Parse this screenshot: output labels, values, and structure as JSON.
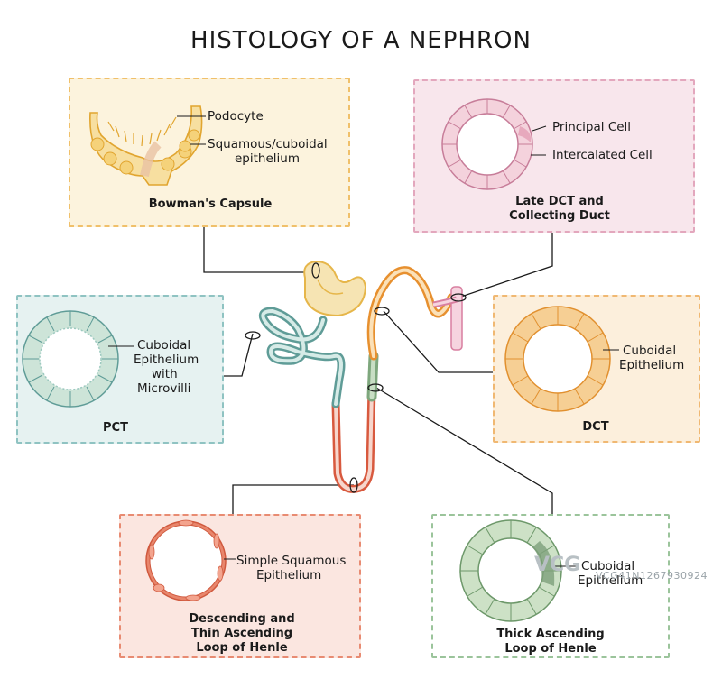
{
  "title": "HISTOLOGY OF A NEPHRON",
  "panels": {
    "bowman": {
      "caption": "Bowman's Capsule",
      "labels": [
        "Podocyte",
        "Squamous/cuboidal",
        "epithelium"
      ],
      "border": "#f0c06a",
      "fill": "#fcf3dd"
    },
    "late_dct": {
      "caption_line1": "Late DCT and",
      "caption_line2": "Collecting Duct",
      "labels": [
        "Principal Cell",
        "Intercalated Cell"
      ],
      "border": "#e3a7bd",
      "fill": "#f8e6ec"
    },
    "pct": {
      "caption": "PCT",
      "labels": [
        "Cuboidal",
        "Epithelium",
        "with",
        "Microvilli"
      ],
      "border": "#8fc3c2",
      "fill": "#e6f2f1"
    },
    "dct": {
      "caption": "DCT",
      "labels": [
        "Cuboidal",
        "Epithelium"
      ],
      "border": "#f0b872",
      "fill": "#fcefdc"
    },
    "descending": {
      "caption_line1": "Descending and",
      "caption_line2": "Thin Ascending",
      "caption_line3": "Loop of Henle",
      "labels": [
        "Simple Squamous",
        "Epithelium"
      ],
      "border": "#e88b72",
      "fill": "#fbe6e0"
    },
    "thick": {
      "caption_line1": "Thick Ascending",
      "caption_line2": "Loop of Henle",
      "labels": [
        "Cuboidal",
        "Epithelium"
      ],
      "border": "#9bc49b",
      "fill": "#ffffff"
    }
  },
  "watermark": {
    "logo": "VCG",
    "text": "VCG41N1267930924"
  }
}
